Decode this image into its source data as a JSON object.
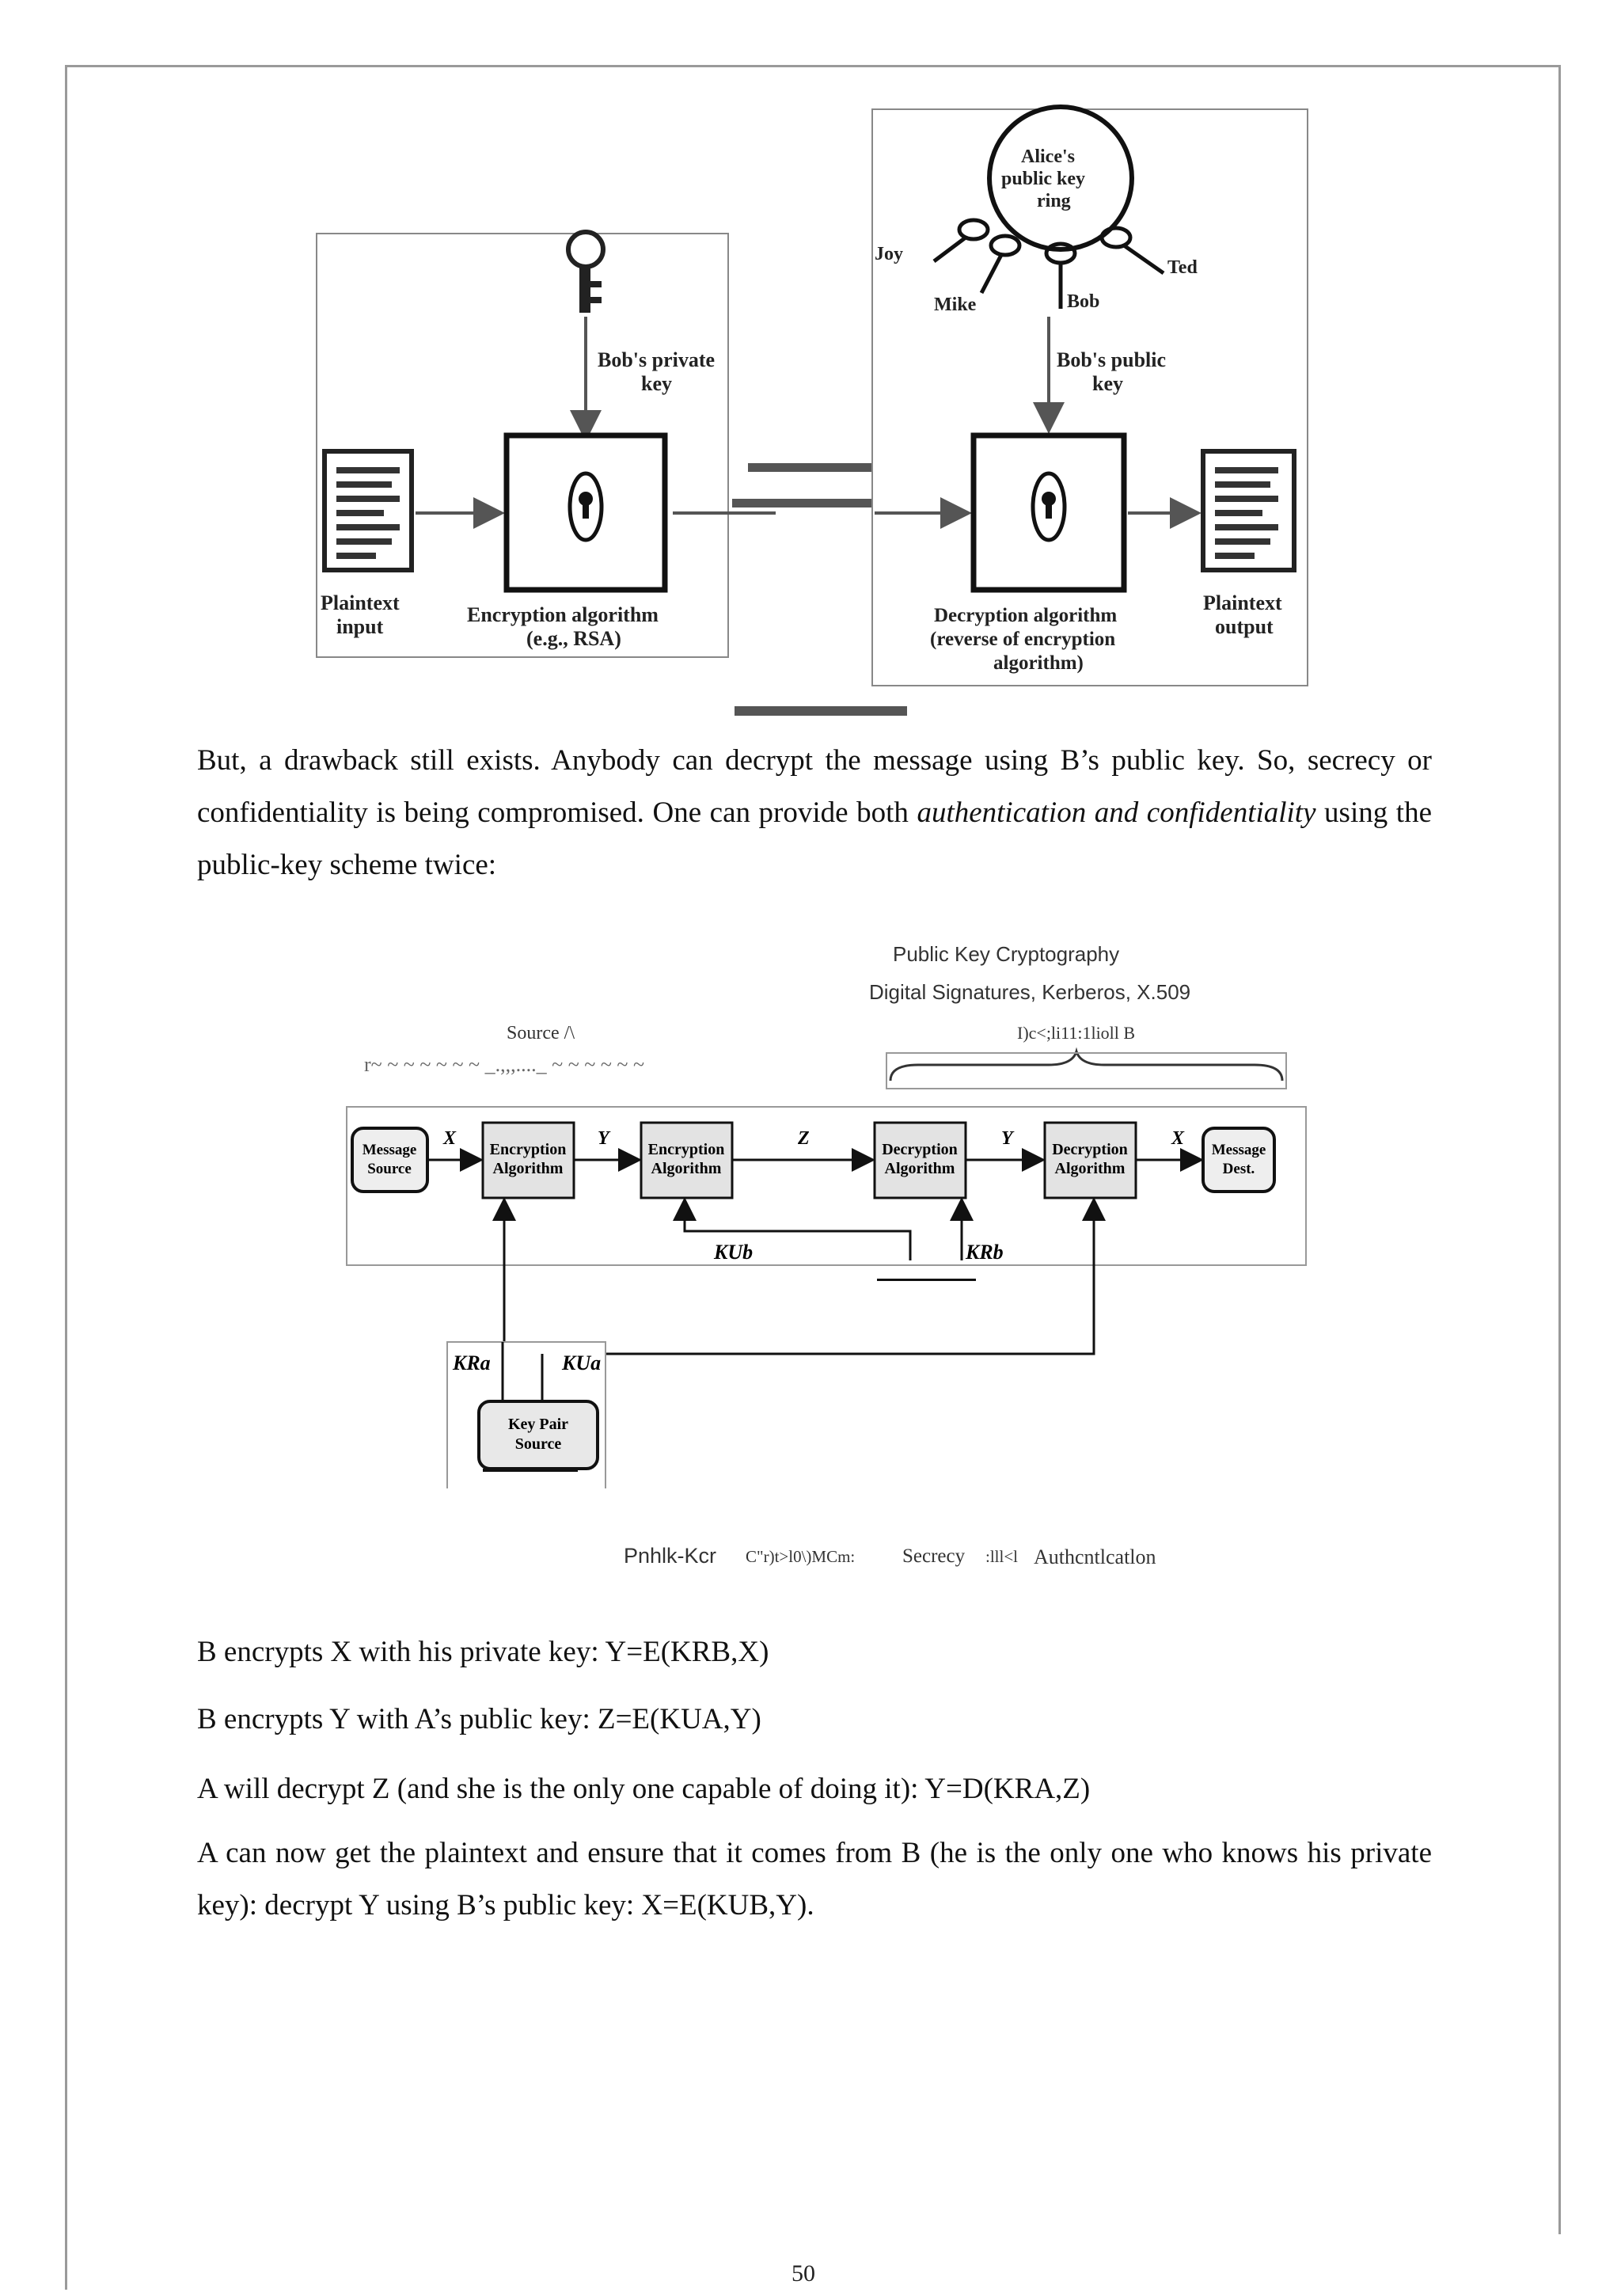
{
  "figure1": {
    "left_panel": {
      "key_label": "Bob's private key",
      "input_label": "Plaintext input",
      "algorithm_label": "Encryption algorithm (e.g., RSA)"
    },
    "right_panel": {
      "ring_label": "Alice's public key ring",
      "names": [
        "Joy",
        "Mike",
        "Bob",
        "Ted"
      ],
      "key_label": "Bob's public key",
      "algorithm_label": "Decryption algorithm (reverse of encryption algorithm)",
      "output_label": "Plaintext output"
    }
  },
  "paragraph1": {
    "before_italic": "But, a drawback still exists. Anybody can decrypt the message using B’s public key. So, secrecy or confidentiality is being compromised. One can provide both ",
    "italic": "authentication and confidentiality",
    "after_italic": " using the public-key scheme twice:"
  },
  "figure2": {
    "top_label_1": "Public Key Cryptography",
    "top_label_2": "Digital Signatures, Kerberos, X.509",
    "source_label": "Source /\\",
    "dest_label": "I)c<;li11:1lioll B",
    "source_brace": "r~ ~ ~ ~ ~ ~ ~ _.,,,...._ ~ ~ ~ ~ ~ ~",
    "blocks": {
      "message_source": "Message Source",
      "encryption_1": "Encryption Algorithm",
      "encryption_2": "Encryption Algorithm",
      "decryption_1": "Decryption Algorithm",
      "decryption_2": "Decryption Algorithm",
      "message_dest": "Message Dest.",
      "key_pair_source": "Key Pair Source"
    },
    "signals": {
      "x1": "X",
      "y1": "Y",
      "z": "Z",
      "y2": "Y",
      "x2": "X",
      "kub": "KUb",
      "krb": "KRb",
      "kra": "KRa",
      "kua": "KUa"
    },
    "caption_a": "Pnhlk-Kcr",
    "caption_b": "C\"r)t>l0\\)MCm:",
    "caption_c": "Secrecy",
    "caption_d": ":lll<l",
    "caption_e": "Authcntlcatlon"
  },
  "lines": [
    "B encrypts X with his private key: Y=E(KRB,X)",
    "B encrypts Y with A’s public key: Z=E(KUA,Y)",
    "A will decrypt Z (and she is the only one capable of doing it): Y=D(KRA,Z)"
  ],
  "paragraph2": "A can now get the plaintext and ensure that it comes from B (he is the only one who knows his private key): decrypt Y using B’s public key: X=E(KUB,Y).",
  "page_number": "50"
}
